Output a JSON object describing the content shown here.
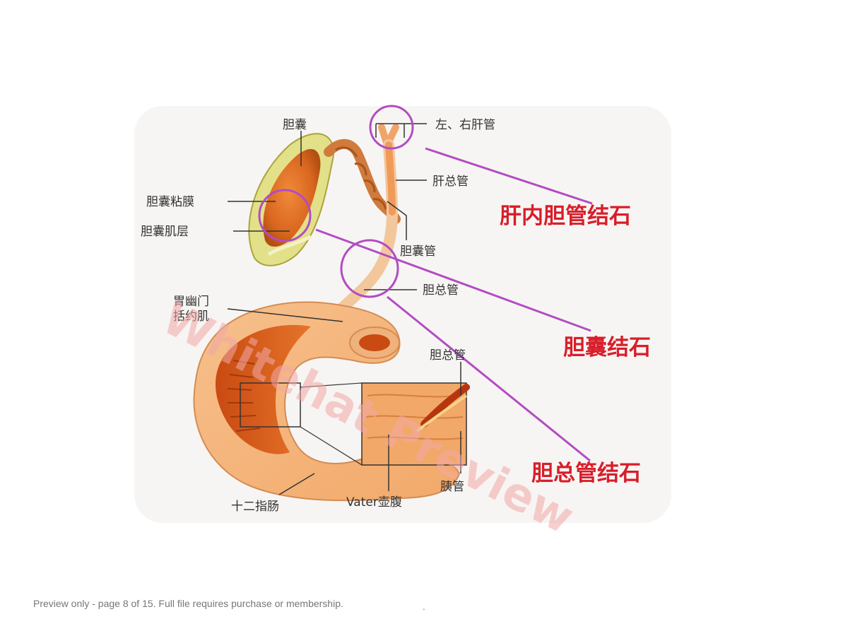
{
  "diagram": {
    "anatomy_labels": {
      "gallbladder": "胆囊",
      "left_right_hepatic_duct": "左、右肝管",
      "common_hepatic_duct": "肝总管",
      "gallbladder_mucosa": "胆囊粘膜",
      "gallbladder_muscle": "胆囊肌层",
      "cystic_duct": "胆囊管",
      "common_bile_duct": "胆总管",
      "pylorus_line1": "胃幽门",
      "pylorus_line2": "括约肌",
      "common_bile_duct_2": "胆总管",
      "pancreatic_duct": "胰管",
      "duodenum": "十二指肠",
      "vater_ampulla": "Vater壶腹"
    },
    "stone_labels": {
      "intrahepatic": "肝内胆管结石",
      "gallbladder": "胆囊结石",
      "common_bile_duct": "胆总管结石"
    },
    "watermark": "Whitehat Preview",
    "colors": {
      "highlight_circle": "#b24cc2",
      "stone_text": "#d81e2a",
      "organ_orange": "#e8772c",
      "organ_light": "#f5c99a"
    }
  },
  "footer": {
    "note": "Preview only - page 8 of 15. Full file requires purchase or membership.",
    "dot": "."
  }
}
